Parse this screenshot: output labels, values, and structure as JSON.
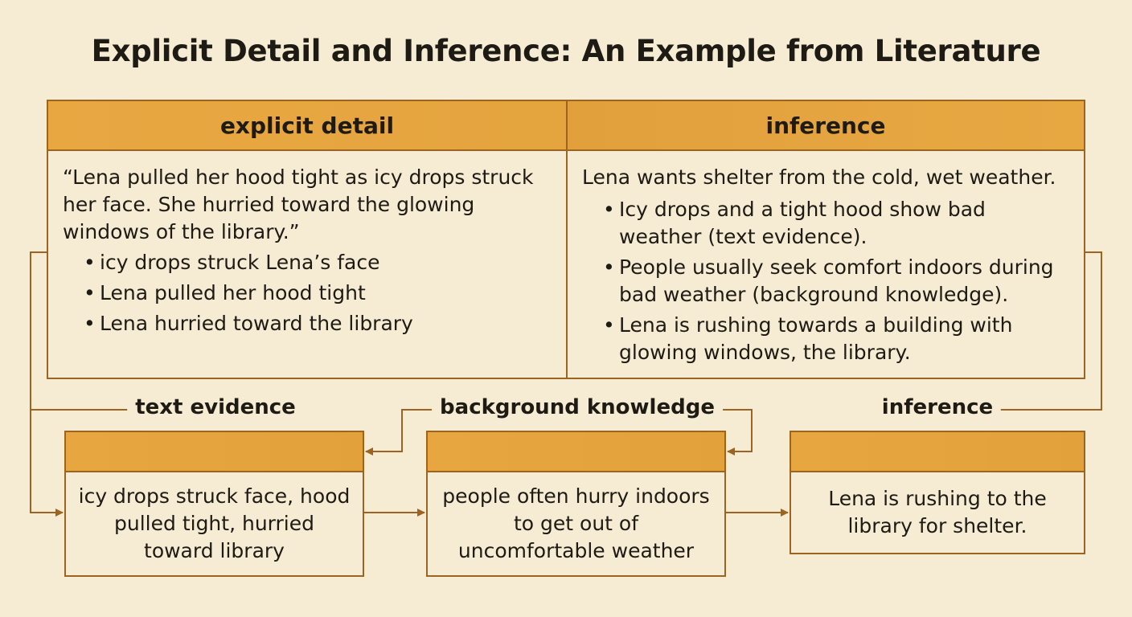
{
  "title": "Explicit Detail and Inference: An Example from Literature",
  "table": {
    "left": {
      "header": "explicit detail",
      "quote": "“Lena pulled her hood tight as icy drops struck her face. She hurried toward the glowing windows of the library.”",
      "bullets": [
        "icy drops struck Lena’s face",
        "Lena pulled her hood tight",
        "Lena hurried toward the library"
      ]
    },
    "right": {
      "header": "inference",
      "lead": "Lena wants shelter from the cold, wet weather.",
      "bullets": [
        "Icy drops and a tight hood show bad weather (text evidence).",
        "People usually seek comfort indoors during bad weather (background knowledge).",
        "Lena is rushing towards a building with glowing windows, the library."
      ]
    }
  },
  "flow": {
    "labels": {
      "text_evidence": "text evidence",
      "background_knowledge": "background knowledge",
      "inference": "inference"
    },
    "boxes": {
      "evidence": "icy drops struck face, hood pulled tight, hurried toward library",
      "knowledge": "people often hurry indoors to get out of uncomfortable weather",
      "conclusion": "Lena is rushing to the library for shelter."
    }
  },
  "colors": {
    "background": "#f6ecd4",
    "header_fill": "#e8a640",
    "border": "#9c6420",
    "arrow": "#9c6420",
    "text": "#1e1a14"
  }
}
